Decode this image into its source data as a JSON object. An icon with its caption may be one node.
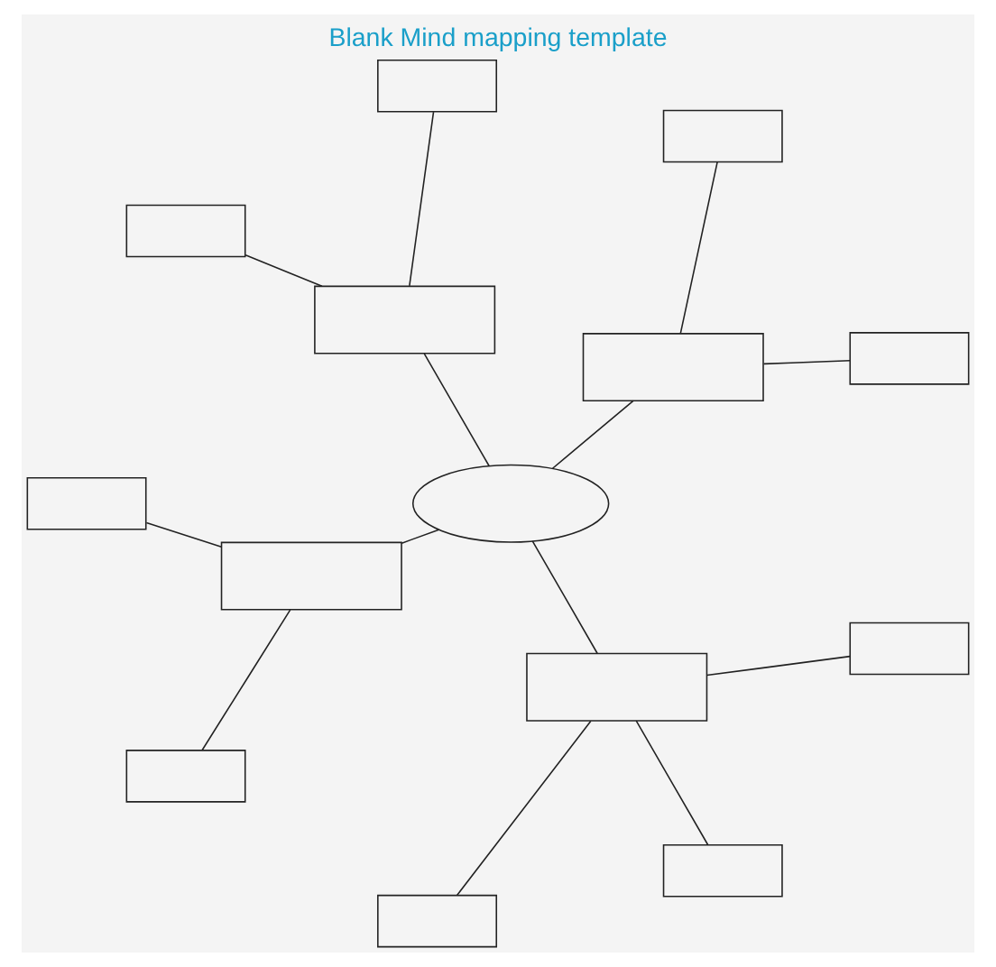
{
  "diagram": {
    "title": "Blank Mind mapping template",
    "nodes": [
      {
        "text": [],
        "shape": "box"
      },
      {
        "text": [],
        "shape": "box"
      },
      {
        "text": [],
        "shape": "box"
      },
      {
        "text": [],
        "shape": "box"
      },
      {
        "text": [],
        "shape": "box"
      },
      {
        "text": [],
        "shape": "box"
      },
      {
        "text": [],
        "shape": "ellipse"
      },
      {
        "text": [],
        "shape": "box"
      },
      {
        "text": [],
        "shape": "box"
      },
      {
        "text": [],
        "shape": "box"
      },
      {
        "text": [],
        "shape": "box"
      },
      {
        "text": [],
        "shape": "box"
      },
      {
        "text": [],
        "shape": "box"
      },
      {
        "text": [],
        "shape": "box"
      }
    ],
    "edges": [
      {
        "from": 2,
        "to": 0,
        "arrow": "none"
      },
      {
        "from": 2,
        "to": 1,
        "arrow": "none"
      },
      {
        "from": 6,
        "to": 2,
        "arrow": "none"
      },
      {
        "from": 5,
        "to": 3,
        "arrow": "none"
      },
      {
        "from": 5,
        "to": 8,
        "arrow": "none"
      },
      {
        "from": 6,
        "to": 5,
        "arrow": "none"
      },
      {
        "from": 7,
        "to": 4,
        "arrow": "none"
      },
      {
        "from": 7,
        "to": 9,
        "arrow": "none"
      },
      {
        "from": 6,
        "to": 7,
        "arrow": "none"
      },
      {
        "from": 6,
        "to": 10,
        "arrow": "none"
      },
      {
        "from": 10,
        "to": 11,
        "arrow": "none"
      },
      {
        "from": 10,
        "to": 12,
        "arrow": "none"
      },
      {
        "from": 10,
        "to": 13,
        "arrow": "none"
      }
    ]
  }
}
